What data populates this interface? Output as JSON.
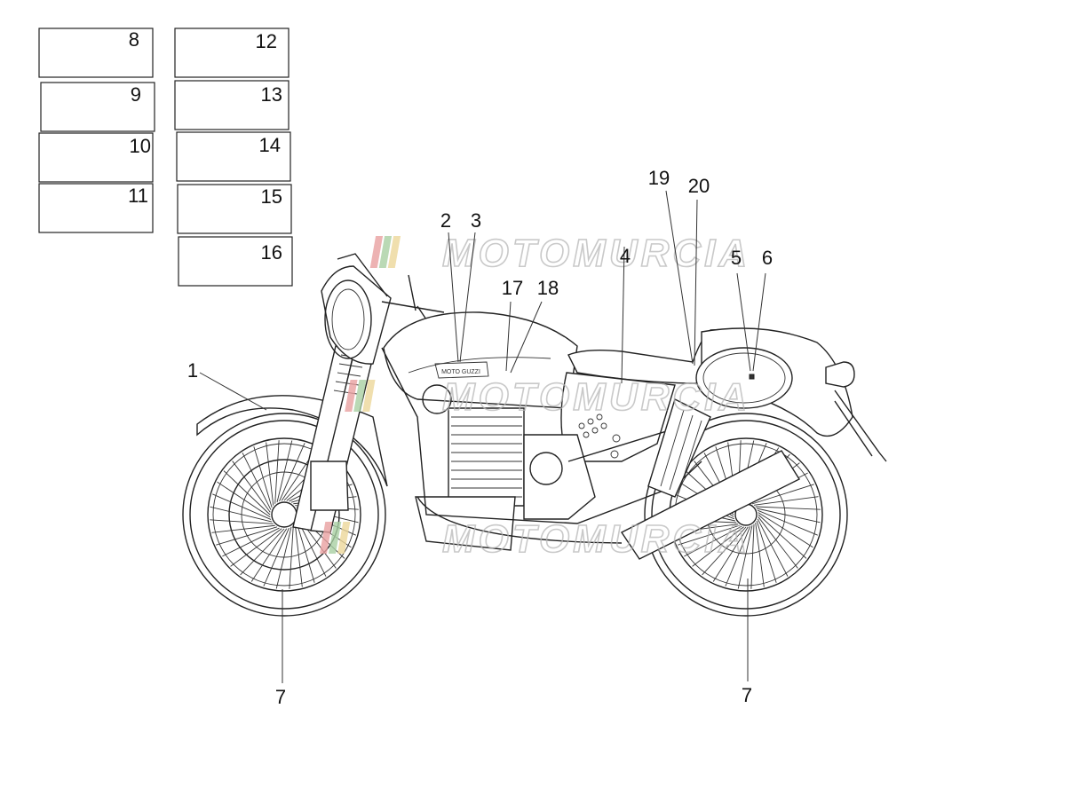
{
  "label_boxes": [
    "8",
    "9",
    "10",
    "11",
    "12",
    "13",
    "14",
    "15",
    "16"
  ],
  "callouts": {
    "c1": "1",
    "c2": "2",
    "c3": "3",
    "c4": "4",
    "c5": "5",
    "c6": "6",
    "c7a": "7",
    "c7b": "7",
    "c17": "17",
    "c18": "18",
    "c19": "19",
    "c20": "20"
  },
  "watermark": "MOTOMURCIA",
  "tank_logo": "MOTO GUZZI"
}
